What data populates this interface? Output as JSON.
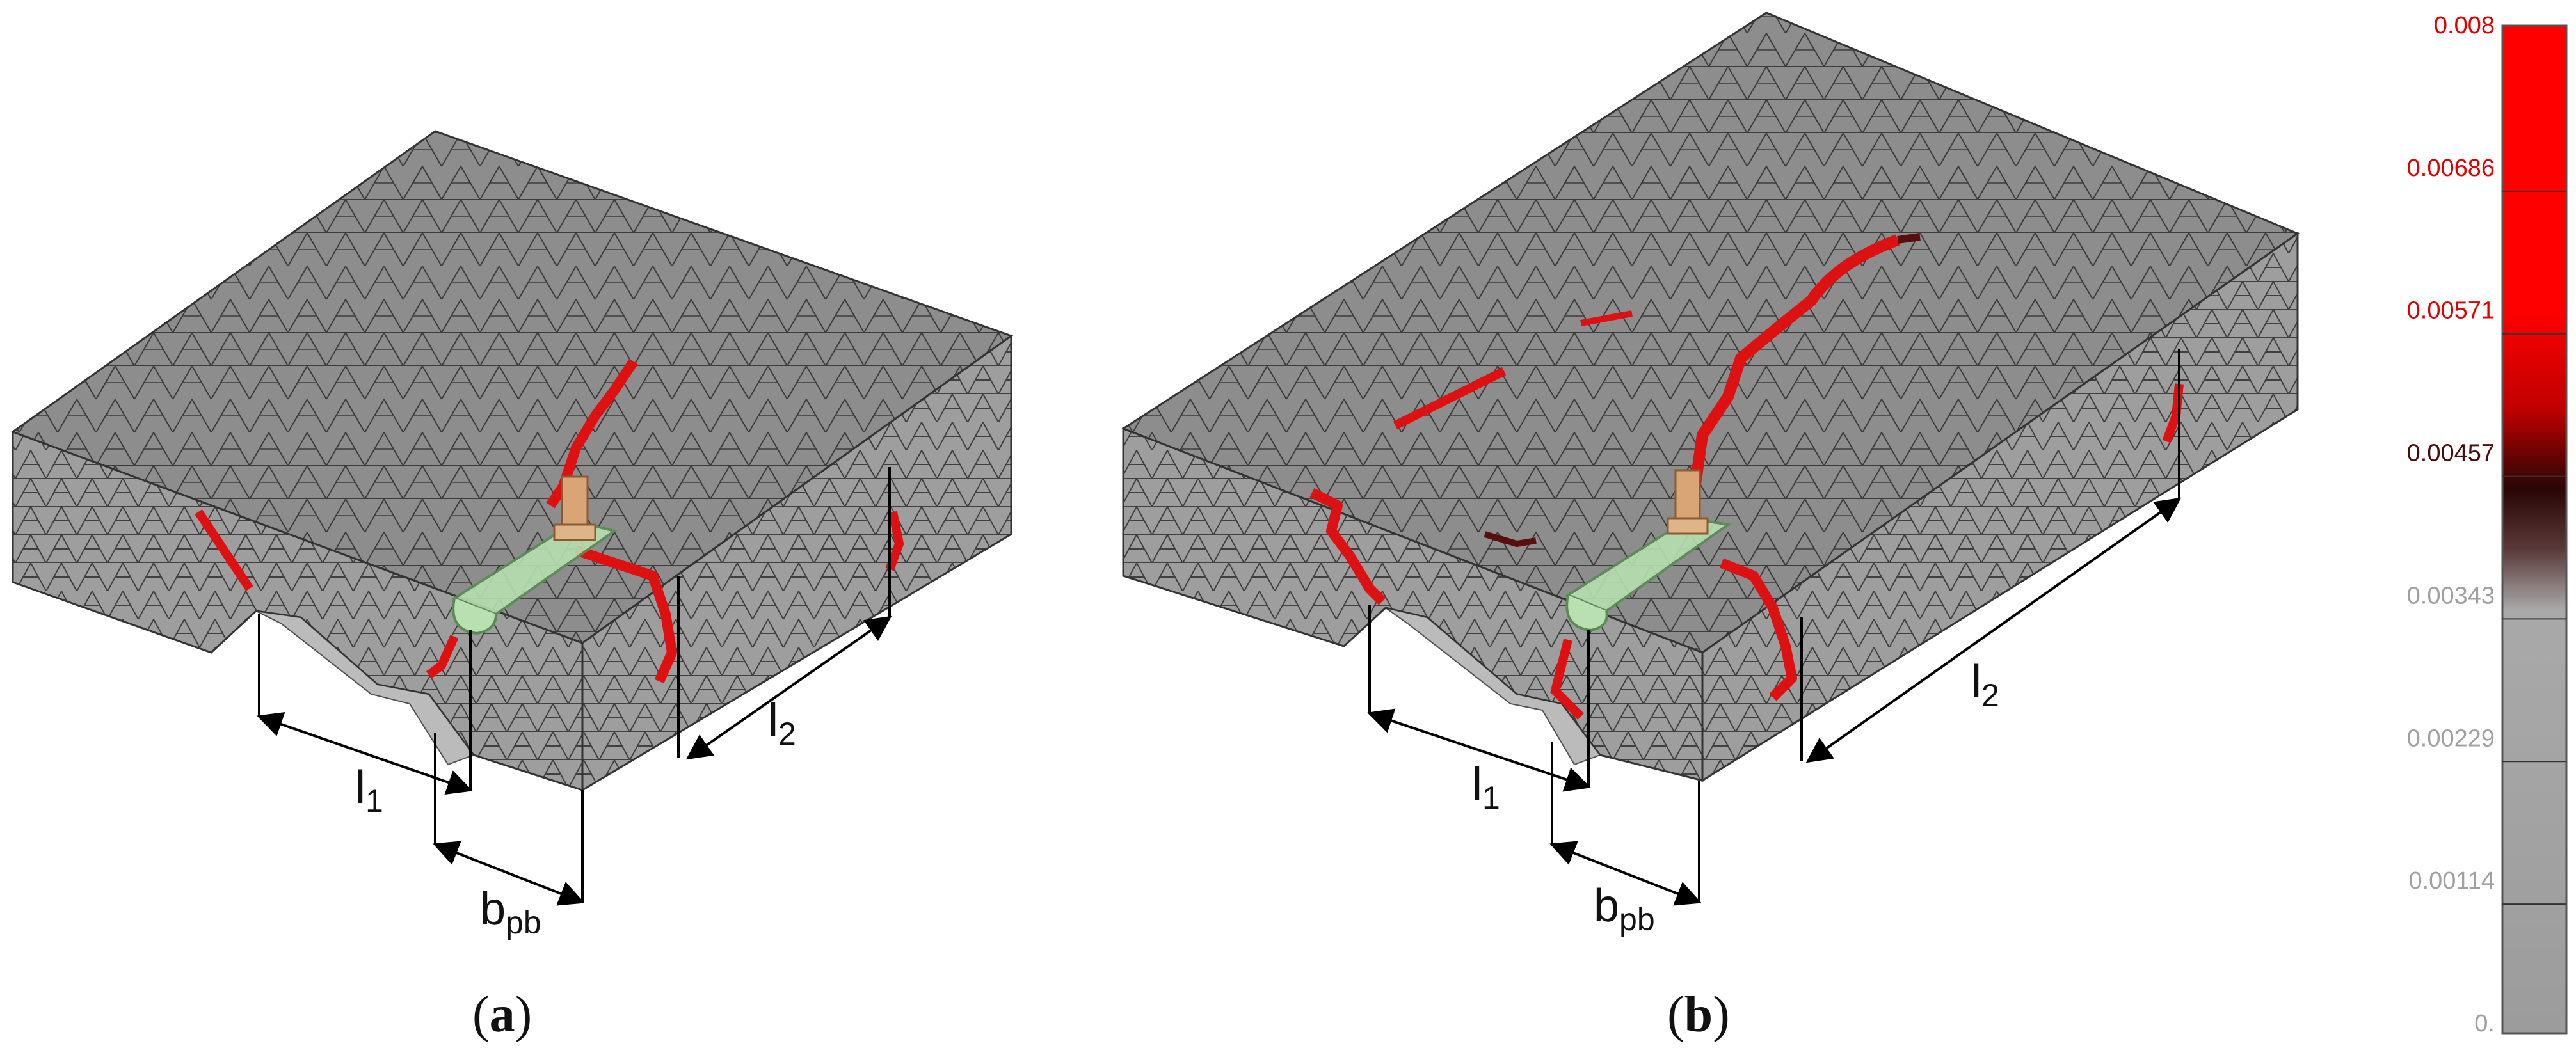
{
  "panels": [
    {
      "label_open": "(",
      "label_letter": "a",
      "label_close": ")",
      "l1": "l",
      "l1_sub": "1",
      "l2": "l",
      "l2_sub": "2",
      "bpb": "b",
      "bpb_sub": "pb"
    },
    {
      "label_open": "(",
      "label_letter": "b",
      "label_close": ")",
      "l1": "l",
      "l1_sub": "1",
      "l2": "l",
      "l2_sub": "2",
      "bpb": "b",
      "bpb_sub": "pb"
    }
  ],
  "colors": {
    "mesh_top": "#8a8a8a",
    "mesh_side": "#9c9c9c",
    "mesh_line": "#3e3e3e",
    "crack": "#dd1111",
    "crack_dark": "#5a0f0f",
    "plate": "#b8e0b0",
    "bolt": "#d9a577",
    "scale_red": "#ff0000",
    "scale_dark": "#3a0a0a",
    "scale_grey": "#9a9a9a"
  },
  "legend": {
    "ticks": [
      "0.008",
      "0.00686",
      "0.00571",
      "0.00457",
      "0.00343",
      "0.00229",
      "0.00114",
      "0."
    ],
    "tick_colors": [
      "#e00000",
      "#e00000",
      "#e00000",
      "#4a0b0b",
      "#a0a0a0",
      "#a0a0a0",
      "#a0a0a0",
      "#a0a0a0"
    ]
  }
}
